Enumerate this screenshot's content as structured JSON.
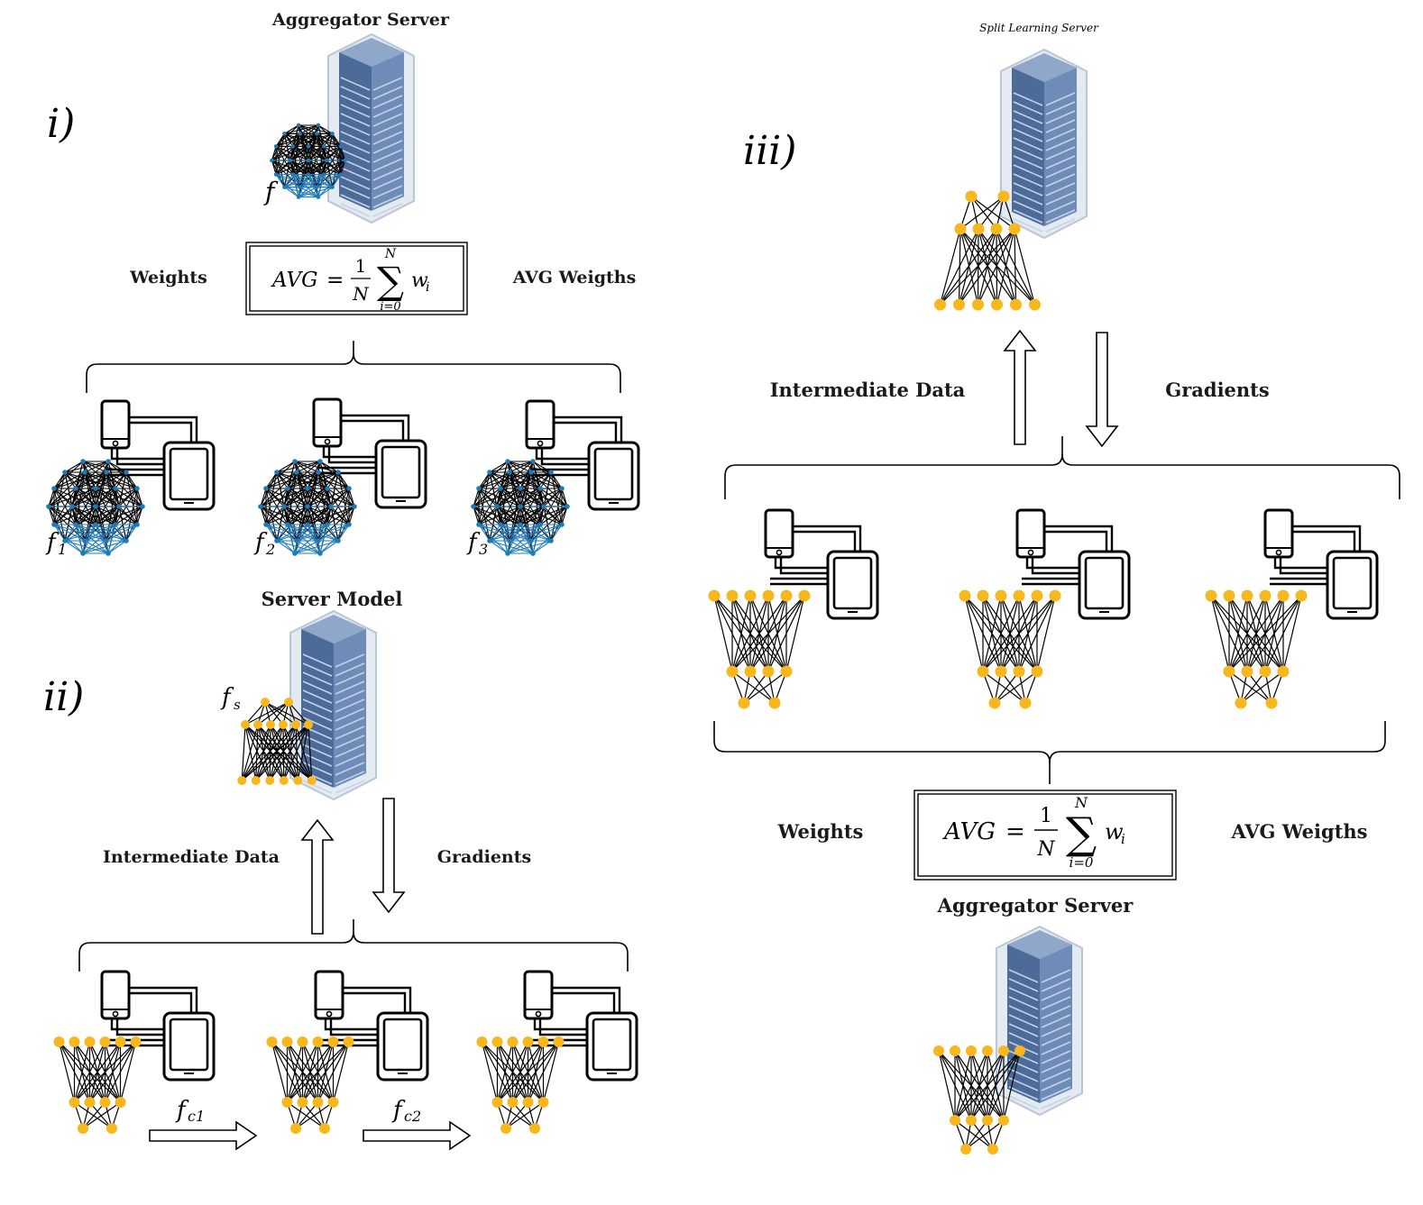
{
  "panels": {
    "i": {
      "roman": "i)",
      "server_title": "Aggregator Server",
      "server_model_symbol": "f",
      "left_label": "Weights",
      "right_label": "AVG Weigths",
      "formula": {
        "lhs": "AVG",
        "eq": "=",
        "num": "1",
        "den": "N",
        "sum_top": "N",
        "sum_bottom": "i=0",
        "term": "w",
        "term_sub": "i"
      },
      "clients": [
        {
          "symbol": "f",
          "sub": "1"
        },
        {
          "symbol": "f",
          "sub": "2"
        },
        {
          "symbol": "f",
          "sub": "3"
        }
      ]
    },
    "ii": {
      "roman": "ii)",
      "server_title": "Server Model",
      "server_model_symbol": "f",
      "server_model_sub": "s",
      "up_label": "Intermediate Data",
      "down_label": "Gradients",
      "flows": [
        {
          "symbol": "f",
          "sub": "c1"
        },
        {
          "symbol": "f",
          "sub": "c2"
        }
      ]
    },
    "iii": {
      "roman": "iii)",
      "server_title": "Split Learning Server",
      "up_label": "Intermediate Data",
      "down_label": "Gradients",
      "left_label": "Weights",
      "right_label": "AVG Weigths",
      "formula": {
        "lhs": "AVG",
        "eq": "=",
        "num": "1",
        "den": "N",
        "sum_top": "N",
        "sum_bottom": "i=0",
        "term": "w",
        "term_sub": "i"
      },
      "aggregator_title": "Aggregator Server"
    }
  },
  "colors": {
    "server_blue": "#5b7aa8",
    "server_dark": "#3e5a86",
    "server_shell": "#dfe6ef",
    "node_orange": "#f7b71d",
    "edge_blue": "#1f7bb8",
    "stroke": "#000000"
  }
}
